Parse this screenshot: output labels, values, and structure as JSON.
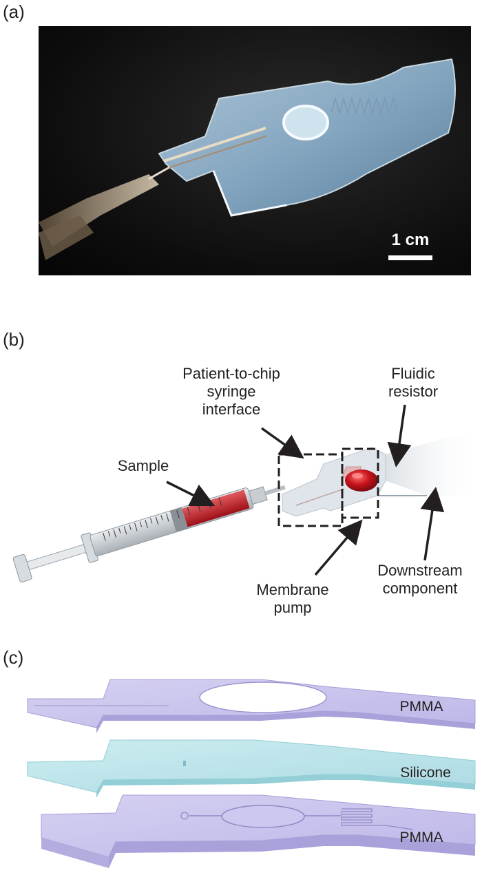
{
  "panels": {
    "a": {
      "label": "(a)",
      "scalebar": "1 cm"
    },
    "b": {
      "label": "(b)",
      "annotations": {
        "interface": [
          "Patient-to-chip",
          "syringe",
          "interface"
        ],
        "resistor": [
          "Fluidic",
          "resistor"
        ],
        "sample": "Sample",
        "pump": [
          "Membrane",
          "pump"
        ],
        "downstream": [
          "Downstream",
          "component"
        ]
      }
    },
    "c": {
      "label": "(c)",
      "layers": {
        "top": "PMMA",
        "middle": "Silicone",
        "bottom": "PMMA"
      }
    }
  },
  "colors": {
    "photo_bg": "#0b0b0b",
    "pmma": "#c9c4ec",
    "silicone": "#bfe6ec",
    "blood": "#c4121b"
  }
}
